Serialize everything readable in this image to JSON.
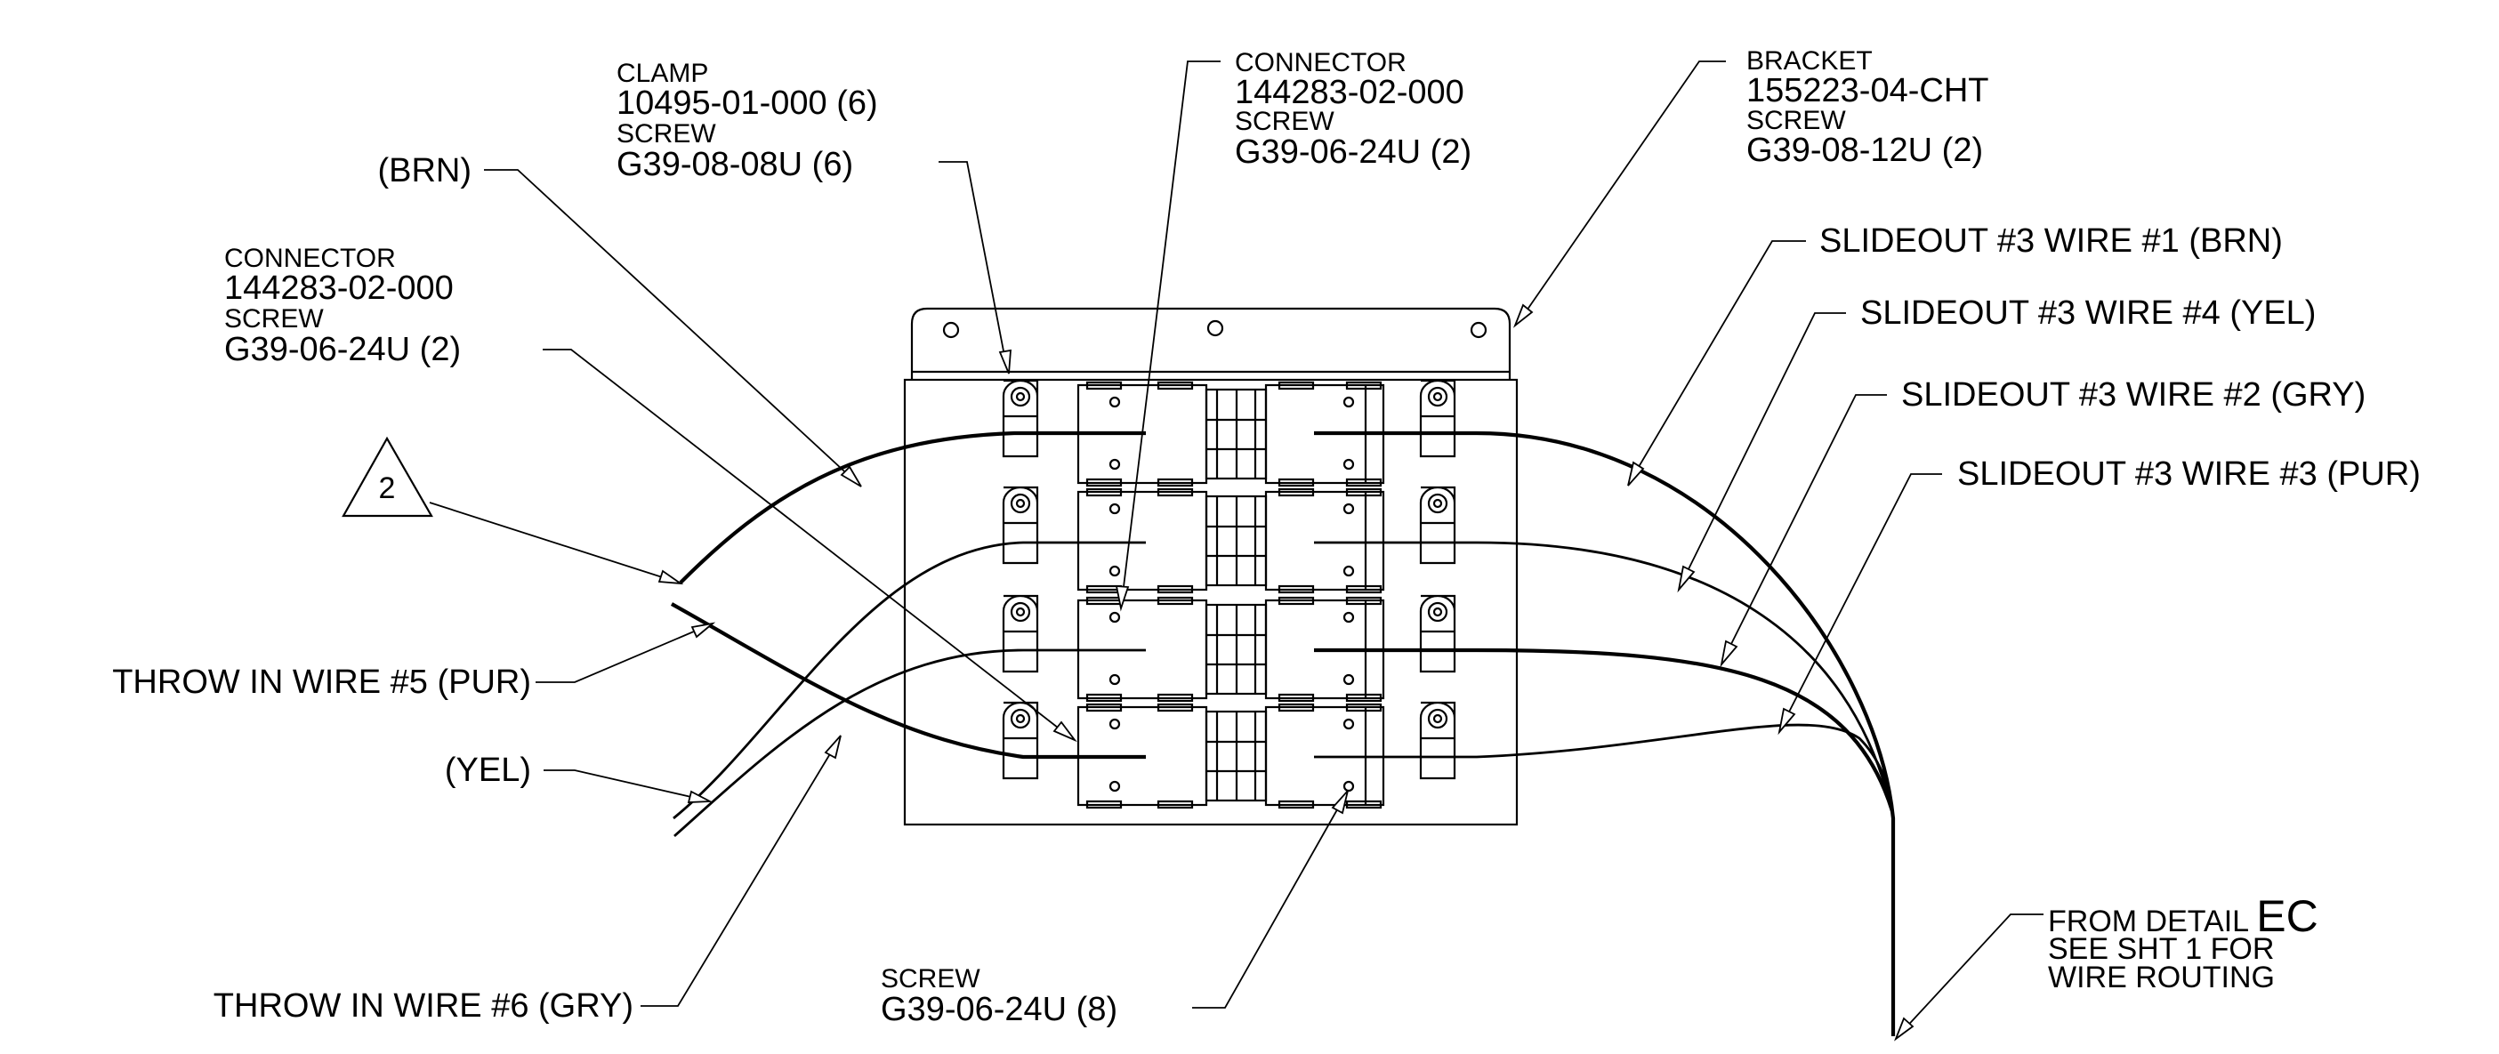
{
  "colors": {
    "line": "#000000",
    "background": "#ffffff"
  },
  "callouts": {
    "clamp": {
      "name": "CLAMP",
      "part": "10495-01-000 (6)",
      "screw_label": "SCREW",
      "screw_part": "G39-08-08U (6)"
    },
    "connector_top": {
      "name": "CONNECTOR",
      "part": "144283-02-000",
      "screw_label": "SCREW",
      "screw_part": "G39-06-24U (2)"
    },
    "bracket": {
      "name": "BRACKET",
      "part": "155223-04-CHT",
      "screw_label": "SCREW",
      "screw_part": "G39-08-12U (2)"
    },
    "connector_left": {
      "name": "CONNECTOR",
      "part": "144283-02-000",
      "screw_label": "SCREW",
      "screw_part": "G39-06-24U (2)"
    },
    "screw_bottom": {
      "screw_label": "SCREW",
      "screw_part": "G39-06-24U (8)"
    },
    "from_detail": {
      "line1_prefix": "FROM DETAIL ",
      "detail_ref": "EC",
      "line2": "SEE SHT 1 FOR",
      "line3": "WIRE ROUTING"
    }
  },
  "wire_labels": {
    "brn": "(BRN)",
    "yel": "(YEL)",
    "throw5": "THROW IN WIRE #5 (PUR)",
    "throw6": "THROW IN WIRE #6 (GRY)",
    "slide1": "SLIDEOUT #3 WIRE #1 (BRN)",
    "slide4": "SLIDEOUT #3 WIRE #4 (YEL)",
    "slide2": "SLIDEOUT #3 WIRE #2 (GRY)",
    "slide3": "SLIDEOUT #3 WIRE #3 (PUR)"
  },
  "note_flag": "2"
}
